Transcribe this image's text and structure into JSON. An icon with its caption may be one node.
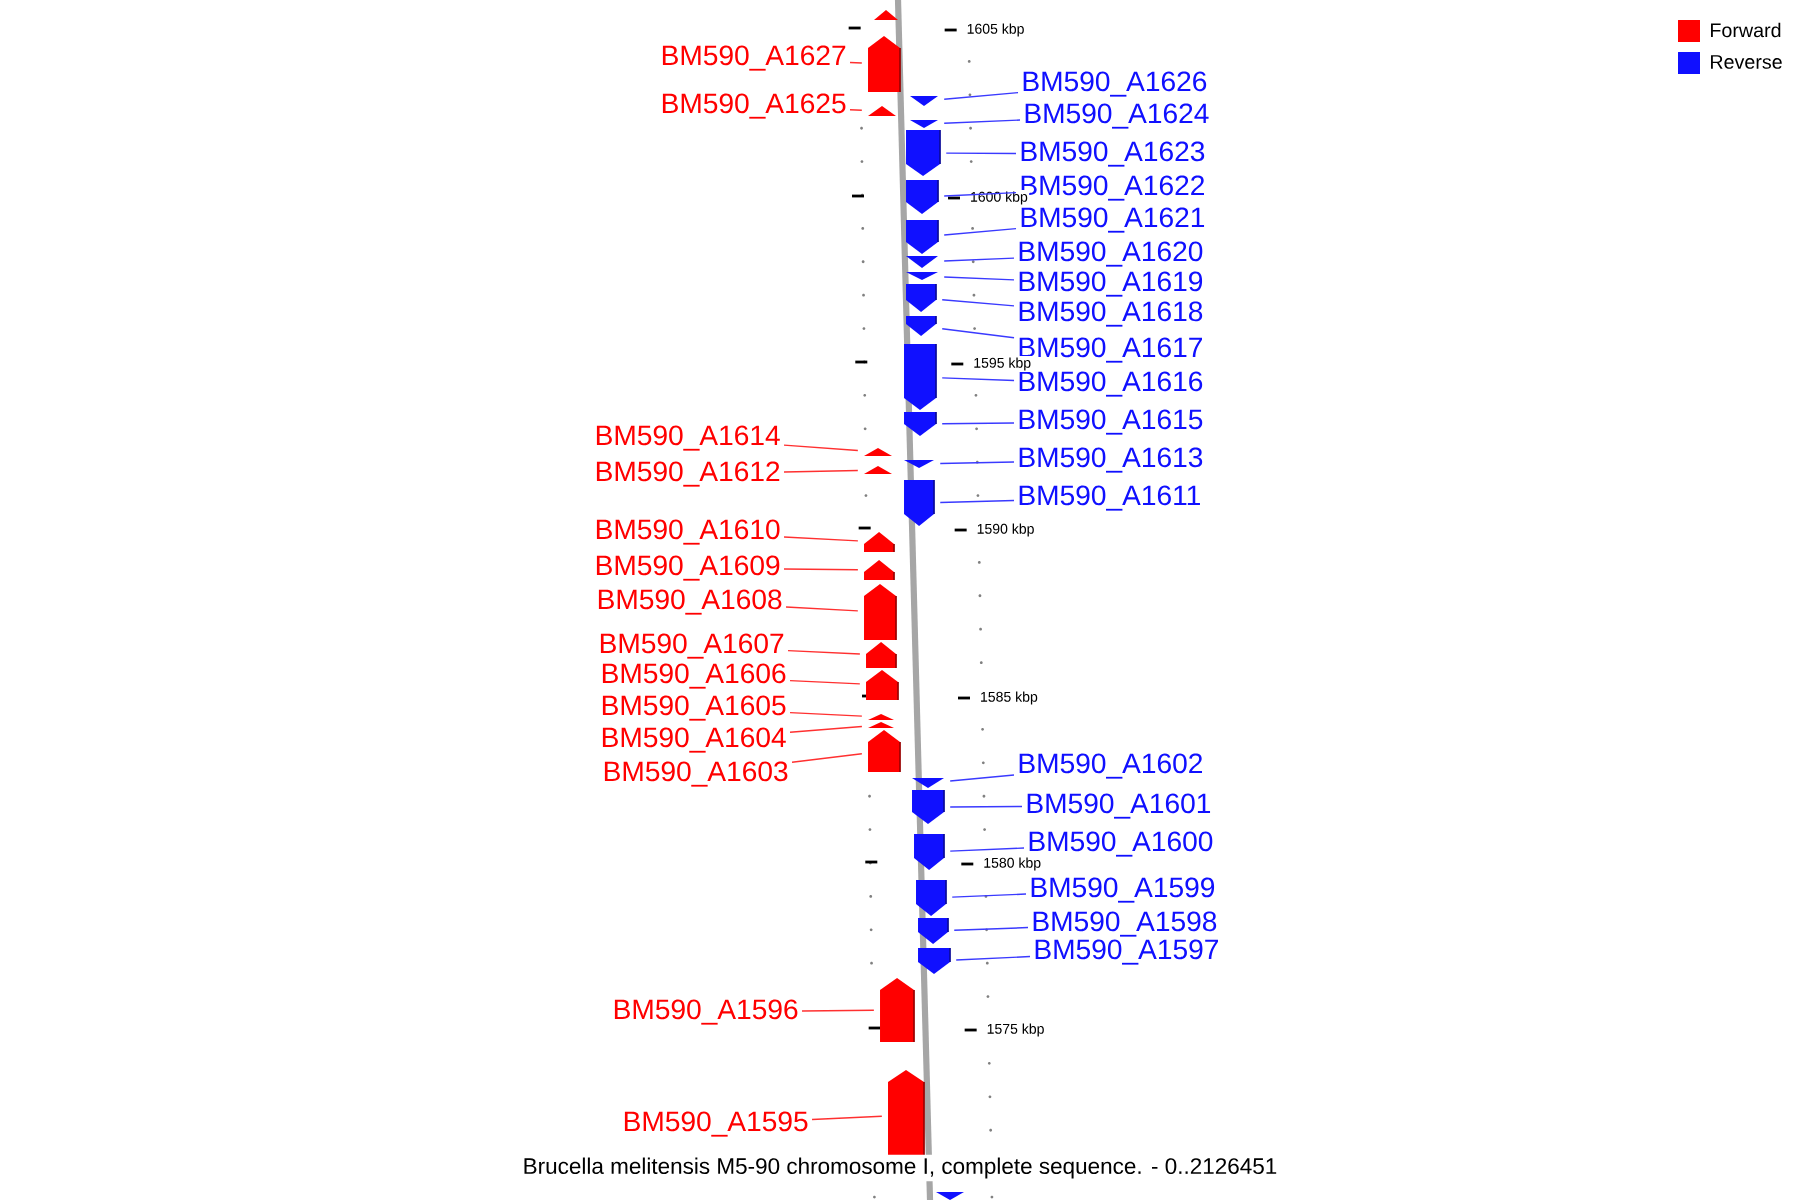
{
  "diagram": {
    "caption": "Brucella melitensis M5-90 chromosome I, complete sequence. - 0..2126451",
    "nodes": [
      {
        "text": [],
        "shape": "arrow"
      },
      {
        "text": [
          "BM590_A1627"
        ]
      },
      {
        "text": [],
        "shape": "arrow"
      },
      {
        "text": [
          "BM590_A1626"
        ]
      },
      {
        "text": [],
        "shape": "arrow"
      },
      {
        "text": [
          "BM590_A1625"
        ]
      },
      {
        "text": [],
        "shape": "arrow"
      },
      {
        "text": [
          "BM590_A1624"
        ]
      },
      {
        "text": [],
        "shape": "arrow"
      },
      {
        "text": [
          "BM590_A1623"
        ]
      },
      {
        "text": [],
        "shape": "arrow"
      },
      {
        "text": [
          "BM590_A1622"
        ]
      },
      {
        "text": [],
        "shape": "arrow"
      },
      {
        "text": [
          "BM590_A1621"
        ]
      },
      {
        "text": [],
        "shape": "arrow"
      },
      {
        "text": [
          "BM590_A1620"
        ]
      },
      {
        "text": [],
        "shape": "arrow"
      },
      {
        "text": [
          "BM590_A1619"
        ]
      },
      {
        "text": [],
        "shape": "arrow"
      },
      {
        "text": [
          "BM590_A1618"
        ]
      },
      {
        "text": [],
        "shape": "arrow"
      },
      {
        "text": [
          "BM590_A1617"
        ]
      },
      {
        "text": [],
        "shape": "arrow"
      },
      {
        "text": [
          "BM590_A1616"
        ]
      },
      {
        "text": [],
        "shape": "arrow"
      },
      {
        "text": [
          "BM590_A1615"
        ]
      },
      {
        "text": [],
        "shape": "arrow"
      },
      {
        "text": [
          "BM590_A1614"
        ]
      },
      {
        "text": [],
        "shape": "arrow"
      },
      {
        "text": [
          "BM590_A1613"
        ]
      },
      {
        "text": [],
        "shape": "arrow"
      },
      {
        "text": [
          "BM590_A1612"
        ]
      },
      {
        "text": [],
        "shape": "arrow"
      },
      {
        "text": [
          "BM590_A1611"
        ]
      },
      {
        "text": [],
        "shape": "arrow"
      },
      {
        "text": [
          "BM590_A1610"
        ]
      },
      {
        "text": [],
        "shape": "arrow"
      },
      {
        "text": [
          "BM590_A1609"
        ]
      },
      {
        "text": [],
        "shape": "arrow"
      },
      {
        "text": [
          "BM590_A1608"
        ]
      },
      {
        "text": [],
        "shape": "arrow"
      },
      {
        "text": [
          "BM590_A1607"
        ]
      },
      {
        "text": [],
        "shape": "arrow"
      },
      {
        "text": [
          "BM590_A1606"
        ]
      },
      {
        "text": [],
        "shape": "arrow"
      },
      {
        "text": [
          "BM590_A1605"
        ]
      },
      {
        "text": [],
        "shape": "arrow"
      },
      {
        "text": [
          "BM590_A1604"
        ]
      },
      {
        "text": [],
        "shape": "arrow"
      },
      {
        "text": [
          "BM590_A1602"
        ]
      },
      {
        "text": [],
        "shape": "arrow"
      },
      {
        "text": [
          "BM590_A1603"
        ]
      },
      {
        "text": [],
        "shape": "arrow"
      },
      {
        "text": [
          "BM590_A1601"
        ]
      },
      {
        "text": [],
        "shape": "arrow"
      },
      {
        "text": [
          "BM590_A1600"
        ]
      },
      {
        "text": [],
        "shape": "arrow"
      },
      {
        "text": [
          "BM590_A1599"
        ]
      },
      {
        "text": [],
        "shape": "arrow"
      },
      {
        "text": [
          "BM590_A1598"
        ]
      },
      {
        "text": [],
        "shape": "arrow"
      },
      {
        "text": [
          "BM590_A1597"
        ]
      },
      {
        "text": [],
        "shape": "arrow"
      },
      {
        "text": [
          "BM590_A1596"
        ]
      },
      {
        "text": [],
        "shape": "arrow"
      },
      {
        "text": [
          "BM590_A1595"
        ]
      },
      {
        "text": [],
        "shape": "arrow"
      },
      {
        "text": [],
        "shape": "arrow"
      }
    ],
    "edges": [
      {
        "from": 1,
        "to": 2,
        "arrow": "none",
        "color": "#ff3030"
      },
      {
        "from": 3,
        "to": 4,
        "arrow": "none"
      },
      {
        "from": 5,
        "to": 6,
        "arrow": "none",
        "color": "#ff3030"
      },
      {
        "from": 7,
        "to": 8,
        "arrow": "none"
      },
      {
        "from": 9,
        "to": 10,
        "arrow": "none"
      },
      {
        "from": 11,
        "to": 12,
        "arrow": "none"
      },
      {
        "from": 13,
        "to": 14,
        "arrow": "none"
      },
      {
        "from": 15,
        "to": 16,
        "arrow": "none"
      },
      {
        "from": 17,
        "to": 18,
        "arrow": "none"
      },
      {
        "from": 19,
        "to": 20,
        "arrow": "none"
      },
      {
        "from": 21,
        "to": 22,
        "arrow": "none"
      },
      {
        "from": 23,
        "to": 24,
        "arrow": "none"
      },
      {
        "from": 25,
        "to": 26,
        "arrow": "none"
      },
      {
        "from": 27,
        "to": 28,
        "arrow": "none",
        "color": "#ff3030"
      },
      {
        "from": 29,
        "to": 30,
        "arrow": "none"
      },
      {
        "from": 31,
        "to": 32,
        "arrow": "none",
        "color": "#ff3030"
      },
      {
        "from": 33,
        "to": 34,
        "arrow": "none"
      },
      {
        "from": 35,
        "to": 36,
        "arrow": "none",
        "color": "#ff3030"
      },
      {
        "from": 37,
        "to": 38,
        "arrow": "none",
        "color": "#ff3030"
      },
      {
        "from": 39,
        "to": 40,
        "arrow": "none",
        "color": "#ff3030"
      },
      {
        "from": 41,
        "to": 42,
        "arrow": "none",
        "color": "#ff3030"
      },
      {
        "from": 43,
        "to": 44,
        "arrow": "none",
        "color": "#ff3030"
      },
      {
        "from": 45,
        "to": 46,
        "arrow": "none",
        "color": "#ff3030"
      },
      {
        "from": 47,
        "to": 48,
        "arrow": "none",
        "color": "#ff3030"
      },
      {
        "from": 49,
        "to": 50,
        "arrow": "none"
      },
      {
        "from": 51,
        "to": 52,
        "arrow": "none",
        "color": "#ff3030"
      },
      {
        "from": 53,
        "to": 54,
        "arrow": "none"
      },
      {
        "from": 55,
        "to": 56,
        "arrow": "none"
      },
      {
        "from": 57,
        "to": 58,
        "arrow": "none"
      },
      {
        "from": 59,
        "to": 60,
        "arrow": "none"
      },
      {
        "from": 61,
        "to": 62,
        "arrow": "none"
      },
      {
        "from": 63,
        "to": 64,
        "arrow": "none",
        "color": "#ff3030"
      },
      {
        "from": 65,
        "to": 66,
        "arrow": "none",
        "color": "#ff3030"
      }
    ],
    "labels": [
      "1605 kbp",
      "1600 kbp",
      "1595 kbp",
      "1590 kbp",
      "1585 kbp",
      "1580 kbp",
      "1575 kbp"
    ],
    "legend": [
      {
        "text": "Forward",
        "color": "#ff0000"
      },
      {
        "text": "Reverse",
        "color": "#1010ff"
      }
    ]
  }
}
